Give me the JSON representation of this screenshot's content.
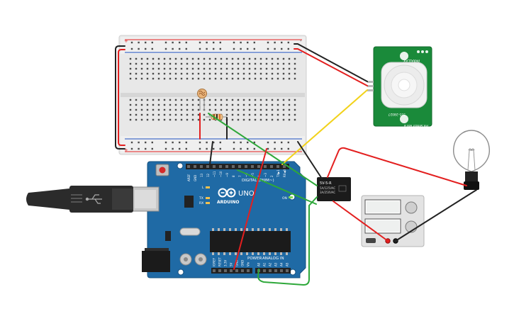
{
  "arduino": {
    "brand_text": "ARDUINO",
    "model_text": "UNO",
    "digital_label": "DIGITAL (PWM~)",
    "power_label": "POWER",
    "analog_label": "ANALOG IN",
    "on_label": "ON",
    "aref_label": "AREF",
    "gnd_label": "GND",
    "tx_label": "TX",
    "rx_label": "RX",
    "l_label": "L",
    "digital_pins": [
      "13",
      "12",
      "~11",
      "~10",
      "~9",
      "8",
      "7",
      "~6",
      "~5",
      "4",
      "~3",
      "2",
      "TX▶1",
      "RX◀0"
    ],
    "power_pins": [
      "IOREF",
      "RESET",
      "3.3V",
      "5V",
      "GND",
      "GND",
      "Vin"
    ],
    "analog_pins": [
      "A0",
      "A1",
      "A2",
      "A3",
      "A4",
      "A5"
    ]
  },
  "pir": {
    "top_text": "PARALLAX",
    "bottom_text": "555-28027",
    "side_text": "PIR Sensor Rev B"
  },
  "relay": {
    "name": "5V-5-R",
    "line1": "5A/125VAC",
    "line2": "3A/250VAC"
  },
  "colors": {
    "wire_red": "#e31f1f",
    "wire_black": "#222222",
    "wire_green": "#2ea83a",
    "wire_yellow": "#f2d21b",
    "board_blue": "#1f6aa5",
    "pir_green": "#1a8a3a"
  }
}
